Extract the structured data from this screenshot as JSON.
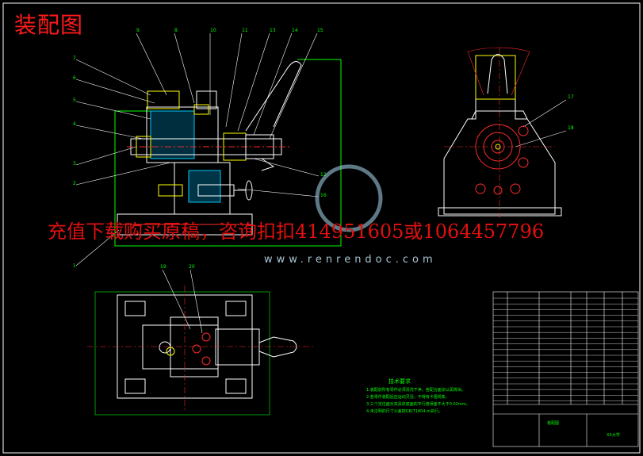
{
  "title": "装配图",
  "watermark": {
    "text": "充值下载购买原稿，咨询扣扣414951605或1064457796",
    "url": "www.renrendoc.com"
  },
  "part_labels": [
    "9",
    "8",
    "7",
    "6",
    "5",
    "4",
    "3",
    "2",
    "1",
    "10",
    "11",
    "12",
    "13",
    "14",
    "15",
    "16",
    "17",
    "18",
    "19",
    "20"
  ],
  "colors": {
    "background": "#000000",
    "lines": "#ffffff",
    "dimension": "#00ff00",
    "hatch": "#00ccff",
    "red_parts": "#ff2a2a",
    "yellow_parts": "#ffff00",
    "title_red": "#ff1a1a"
  },
  "tech_notes": {
    "title": "技术要求",
    "lines": [
      "1.装配前所有零件必须清洗干净，各配合面涂以润滑油。",
      "2.各零件装配后应运动灵活，不得有卡阻现象。",
      "3.三个定位面对夹具体底面的平行度误差不大于0.02mm。",
      "4.未注明的尺寸公差按GB/T1804-m执行。"
    ]
  },
  "title_block": {
    "drawing_name": "装配图",
    "school": "XX大学"
  }
}
